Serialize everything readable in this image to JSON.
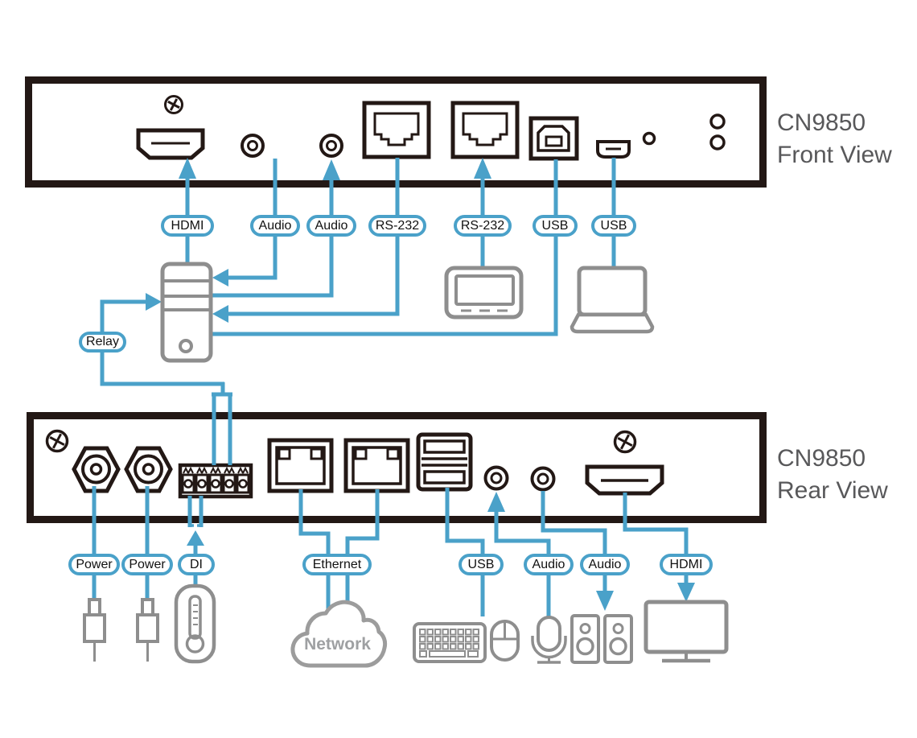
{
  "product": "CN9850",
  "views": {
    "front": "Front View",
    "rear": "Rear View"
  },
  "front_port_labels": [
    "HDMI",
    "Audio",
    "Audio",
    "RS-232",
    "RS-232",
    "USB",
    "USB"
  ],
  "rear_port_labels": [
    "Power",
    "Power",
    "DI",
    "Ethernet",
    "USB",
    "Audio",
    "Audio",
    "HDMI"
  ],
  "relay_label": "Relay",
  "network_label": "Network",
  "colors": {
    "line_blue": "#4AA1C9",
    "outline_black": "#231815",
    "device_gray": "#8E8E8E",
    "cloud_gray": "#9C9C9C",
    "view_text_gray": "#58585A"
  }
}
